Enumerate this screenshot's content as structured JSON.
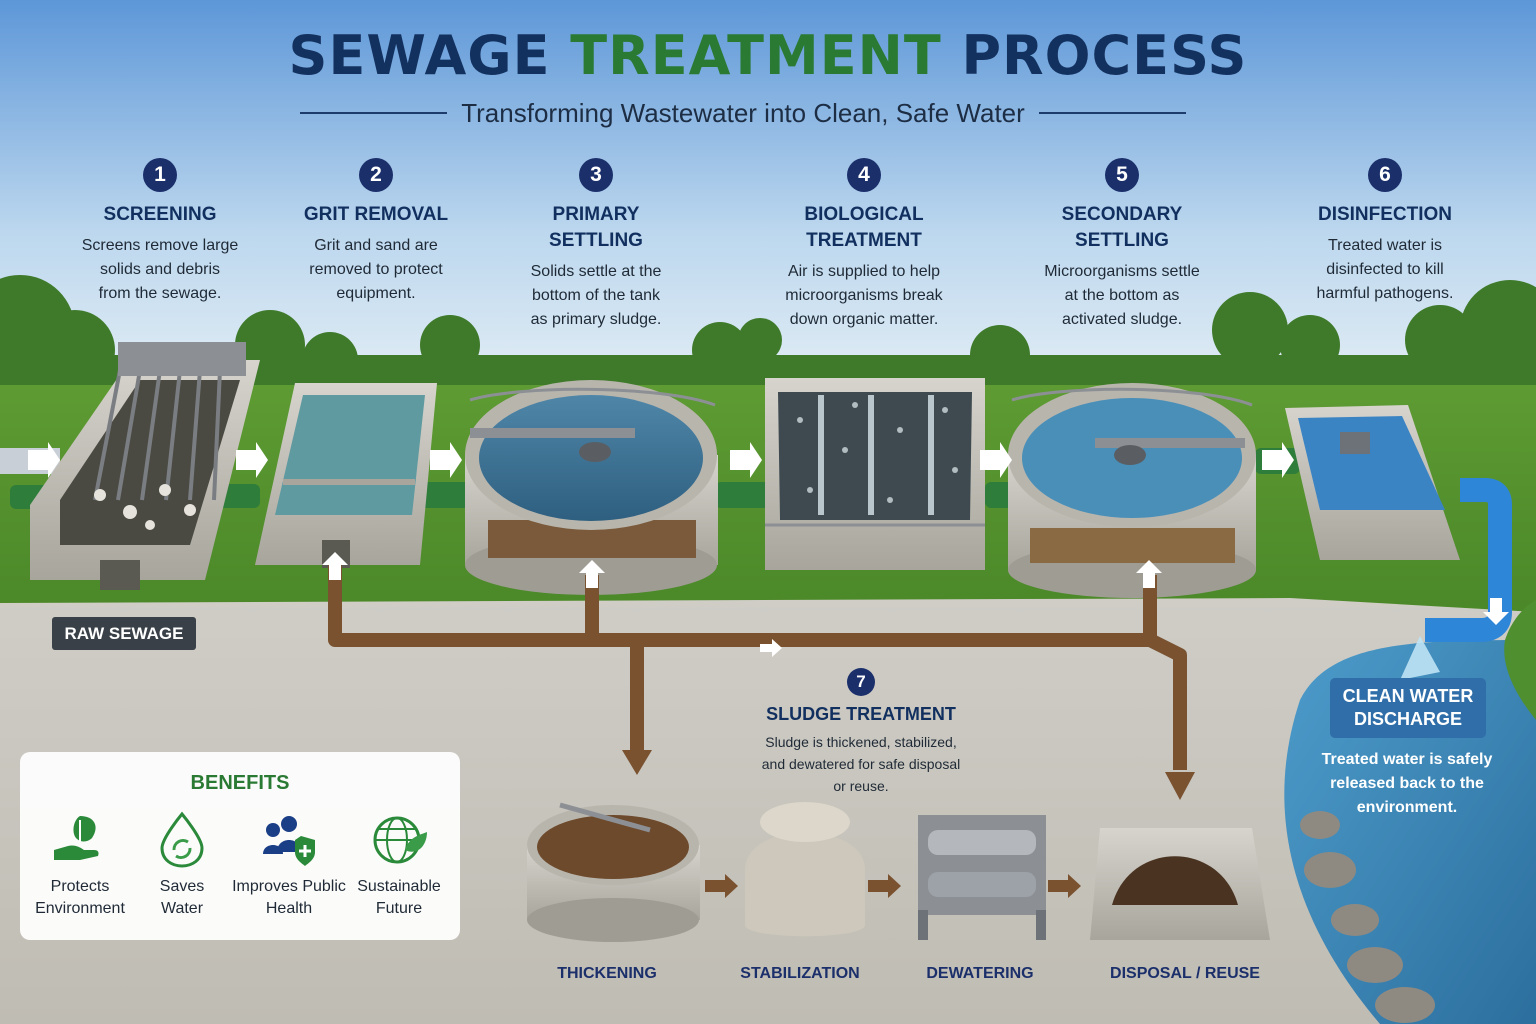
{
  "title": {
    "part1": "SEWAGE",
    "part2": "TREATMENT",
    "part3": "PROCESS"
  },
  "subtitle": "Transforming Wastewater into Clean, Safe Water",
  "steps": [
    {
      "number": "1",
      "name": "SCREENING",
      "desc": [
        "Screens remove large",
        "solids and debris",
        "from the sewage."
      ]
    },
    {
      "number": "2",
      "name": "GRIT REMOVAL",
      "desc": [
        "Grit and sand are",
        "removed to protect",
        "equipment."
      ]
    },
    {
      "number": "3",
      "name": [
        "PRIMARY",
        "SETTLING"
      ],
      "desc": [
        "Solids settle at the",
        "bottom of the tank",
        "as primary sludge."
      ]
    },
    {
      "number": "4",
      "name": [
        "BIOLOGICAL",
        "TREATMENT"
      ],
      "desc": [
        "Air is supplied to help",
        "microorganisms break",
        "down organic matter."
      ]
    },
    {
      "number": "5",
      "name": [
        "SECONDARY",
        "SETTLING"
      ],
      "desc": [
        "Microorganisms settle",
        "at the bottom as",
        "activated sludge."
      ]
    },
    {
      "number": "6",
      "name": "DISINFECTION",
      "desc": [
        "Treated water is",
        "disinfected to kill",
        "harmful pathogens."
      ]
    }
  ],
  "raw_sewage_label": "RAW SEWAGE",
  "sludge": {
    "number": "7",
    "name": "SLUDGE TREATMENT",
    "desc": [
      "Sludge is thickened, stabilized,",
      "and dewatered for safe disposal",
      "or reuse."
    ],
    "stages": [
      "THICKENING",
      "STABILIZATION",
      "DEWATERING",
      "DISPOSAL / REUSE"
    ]
  },
  "clean_water": {
    "label": [
      "CLEAN WATER",
      "DISCHARGE"
    ],
    "desc": [
      "Treated water is safely",
      "released back to the",
      "environment."
    ]
  },
  "benefits": {
    "title": "BENEFITS",
    "items": [
      {
        "label": [
          "Protects",
          "Environment"
        ],
        "icon": "hand-leaf-icon"
      },
      {
        "label": [
          "Saves",
          "Water"
        ],
        "icon": "recycle-drop-icon"
      },
      {
        "label": [
          "Improves Public",
          "Health"
        ],
        "icon": "people-shield-icon"
      },
      {
        "label": [
          "Sustainable",
          "Future"
        ],
        "icon": "globe-leaf-icon"
      }
    ]
  },
  "colors": {
    "navy": "#13315f",
    "green_accent": "#2a7a34",
    "pipe_green": "#2f7d3a",
    "sludge_pipe": "#7a5230",
    "clean_pipe": "#2e86d8",
    "water_blue": "#3f8fc0"
  }
}
